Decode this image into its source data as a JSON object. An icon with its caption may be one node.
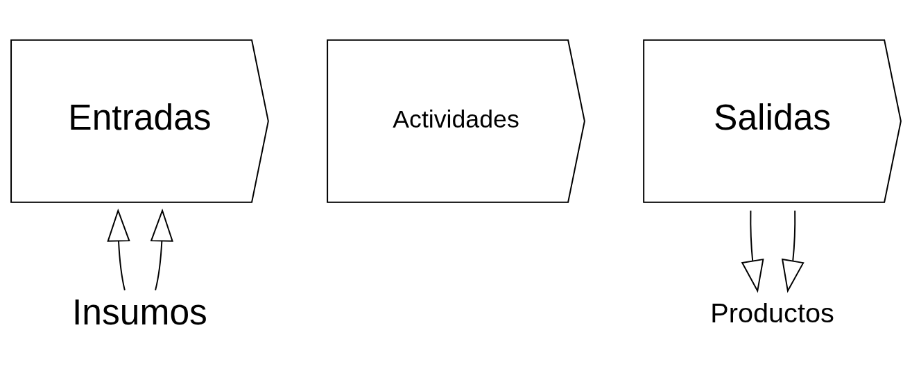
{
  "diagram": {
    "nodes": [
      {
        "text": [
          "Entradas"
        ]
      },
      {
        "text": [
          "Actividades"
        ]
      },
      {
        "text": [
          "Salidas"
        ]
      },
      {
        "text": [
          "Insumos"
        ]
      },
      {
        "text": [
          "Productos"
        ]
      }
    ],
    "edges": [
      {
        "from": 3,
        "to": 0,
        "arrow": "to"
      },
      {
        "from": 3,
        "to": 0,
        "arrow": "to"
      },
      {
        "from": 2,
        "to": 4,
        "arrow": "to"
      },
      {
        "from": 2,
        "to": 4,
        "arrow": "to"
      }
    ]
  }
}
